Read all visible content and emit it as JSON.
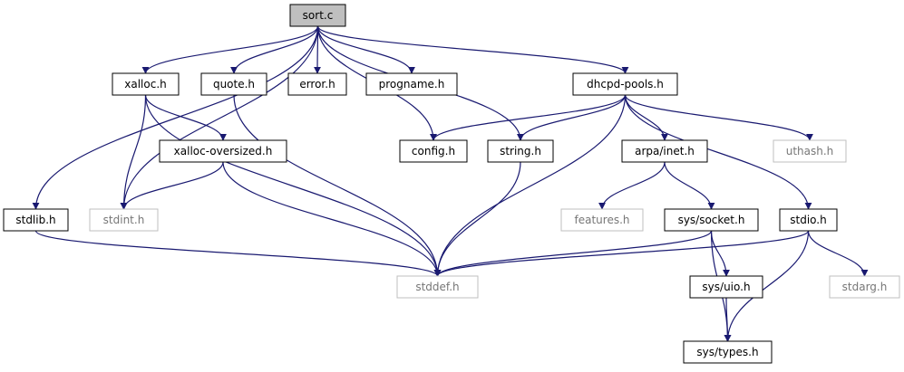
{
  "nodes": [
    {
      "id": "sort_c",
      "label": "sort.c",
      "style": "root"
    },
    {
      "id": "xalloc_h",
      "label": "xalloc.h",
      "style": "normal"
    },
    {
      "id": "quote_h",
      "label": "quote.h",
      "style": "normal"
    },
    {
      "id": "error_h",
      "label": "error.h",
      "style": "normal"
    },
    {
      "id": "progname_h",
      "label": "progname.h",
      "style": "normal"
    },
    {
      "id": "dhcpd_pools_h",
      "label": "dhcpd-pools.h",
      "style": "normal"
    },
    {
      "id": "xalloc_oversized_h",
      "label": "xalloc-oversized.h",
      "style": "normal"
    },
    {
      "id": "config_h",
      "label": "config.h",
      "style": "normal"
    },
    {
      "id": "string_h",
      "label": "string.h",
      "style": "normal"
    },
    {
      "id": "arpa_inet_h",
      "label": "arpa/inet.h",
      "style": "normal"
    },
    {
      "id": "uthash_h",
      "label": "uthash.h",
      "style": "external"
    },
    {
      "id": "stdlib_h",
      "label": "stdlib.h",
      "style": "normal"
    },
    {
      "id": "stdint_h",
      "label": "stdint.h",
      "style": "external"
    },
    {
      "id": "features_h",
      "label": "features.h",
      "style": "external"
    },
    {
      "id": "sys_socket_h",
      "label": "sys/socket.h",
      "style": "normal"
    },
    {
      "id": "stdio_h",
      "label": "stdio.h",
      "style": "normal"
    },
    {
      "id": "stddef_h",
      "label": "stddef.h",
      "style": "external"
    },
    {
      "id": "sys_uio_h",
      "label": "sys/uio.h",
      "style": "normal"
    },
    {
      "id": "stdarg_h",
      "label": "stdarg.h",
      "style": "external"
    },
    {
      "id": "sys_types_h",
      "label": "sys/types.h",
      "style": "normal"
    }
  ],
  "edges": [
    [
      "sort_c",
      "xalloc_h"
    ],
    [
      "sort_c",
      "quote_h"
    ],
    [
      "sort_c",
      "error_h"
    ],
    [
      "sort_c",
      "progname_h"
    ],
    [
      "sort_c",
      "dhcpd_pools_h"
    ],
    [
      "sort_c",
      "config_h"
    ],
    [
      "sort_c",
      "string_h"
    ],
    [
      "sort_c",
      "stdlib_h"
    ],
    [
      "sort_c",
      "stdint_h"
    ],
    [
      "xalloc_h",
      "xalloc_oversized_h"
    ],
    [
      "xalloc_h",
      "stdint_h"
    ],
    [
      "xalloc_h",
      "stddef_h"
    ],
    [
      "quote_h",
      "stddef_h"
    ],
    [
      "xalloc_oversized_h",
      "stdint_h"
    ],
    [
      "xalloc_oversized_h",
      "stddef_h"
    ],
    [
      "dhcpd_pools_h",
      "config_h"
    ],
    [
      "dhcpd_pools_h",
      "string_h"
    ],
    [
      "dhcpd_pools_h",
      "stddef_h"
    ],
    [
      "dhcpd_pools_h",
      "arpa_inet_h"
    ],
    [
      "dhcpd_pools_h",
      "uthash_h"
    ],
    [
      "dhcpd_pools_h",
      "stdio_h"
    ],
    [
      "string_h",
      "stddef_h"
    ],
    [
      "arpa_inet_h",
      "features_h"
    ],
    [
      "arpa_inet_h",
      "sys_socket_h"
    ],
    [
      "stdlib_h",
      "stddef_h"
    ],
    [
      "sys_socket_h",
      "stddef_h"
    ],
    [
      "sys_socket_h",
      "sys_uio_h"
    ],
    [
      "sys_socket_h",
      "sys_types_h"
    ],
    [
      "stdio_h",
      "stddef_h"
    ],
    [
      "stdio_h",
      "stdarg_h"
    ],
    [
      "stdio_h",
      "sys_types_h"
    ],
    [
      "sys_uio_h",
      "sys_types_h"
    ]
  ],
  "colors": {
    "edge": "#191970",
    "root_fill": "#bfbfbf",
    "node_fill": "#ffffff",
    "node_border": "#000000",
    "external_border": "#bfbfbf",
    "text": "#000000",
    "external_text": "#777777"
  }
}
